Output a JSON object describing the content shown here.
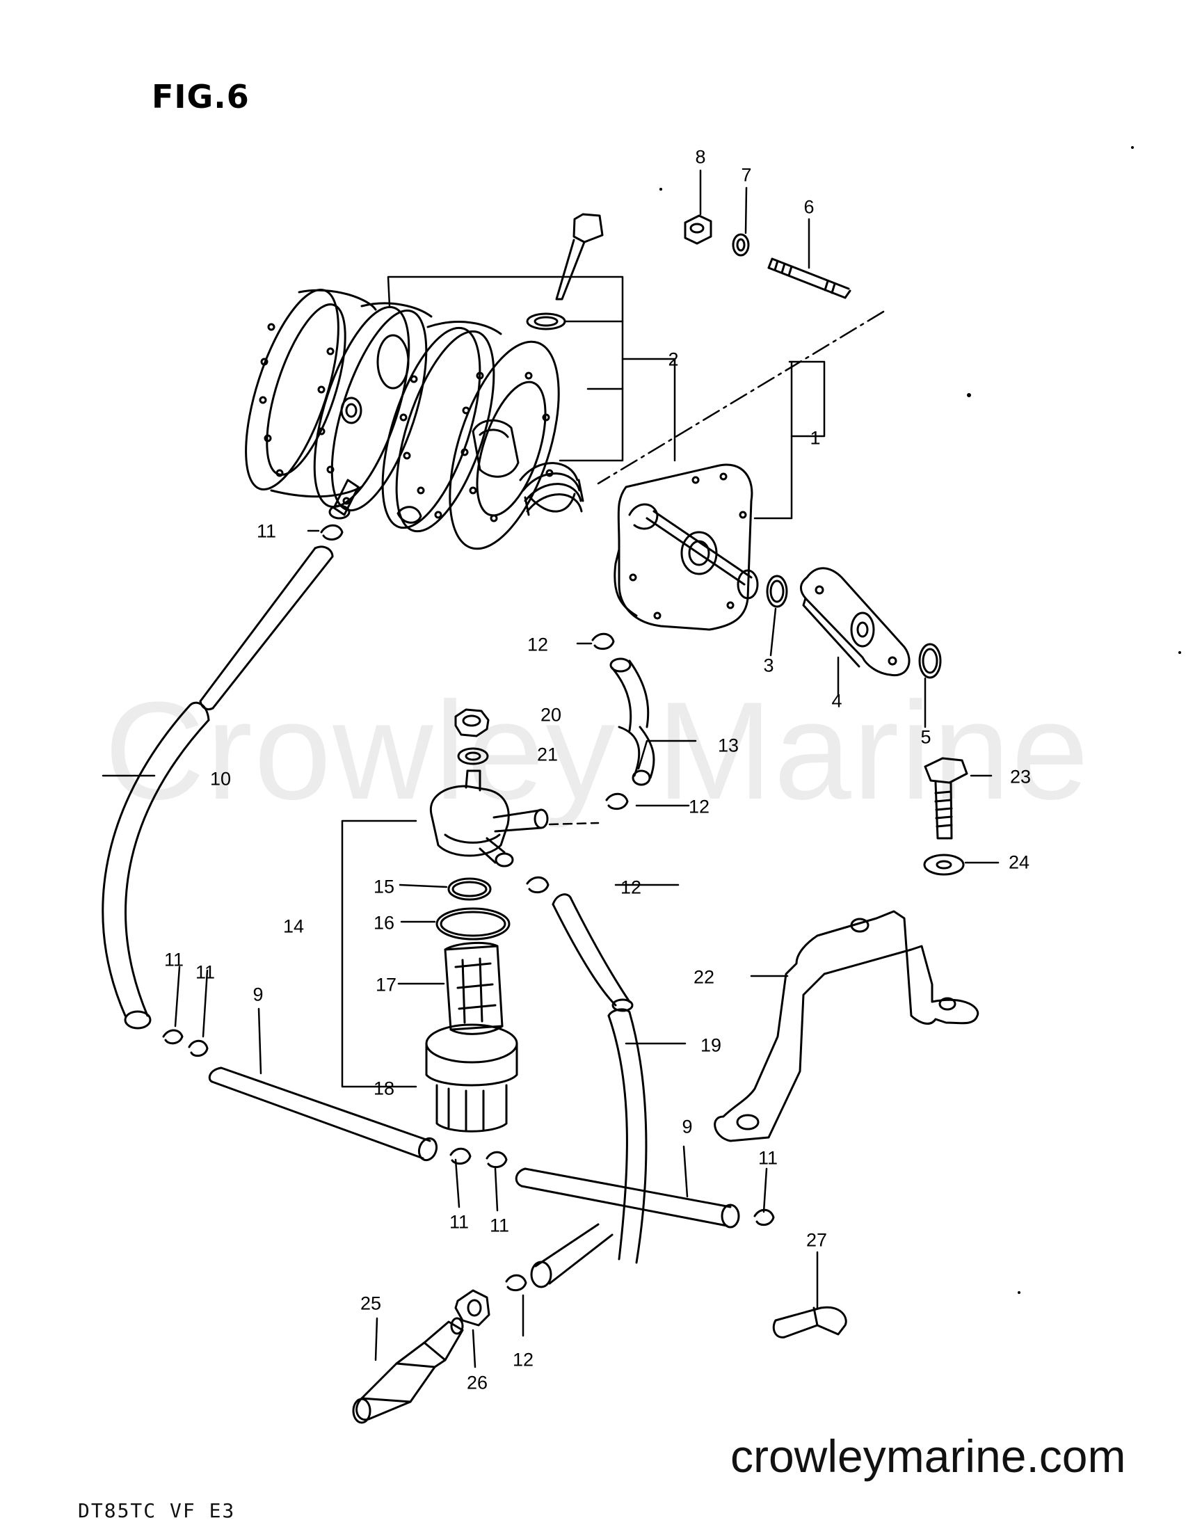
{
  "figure": {
    "title": "FIG.6"
  },
  "watermark": "Crowley Marine",
  "website": "crowleymarine.com",
  "model_code": "DT85TC VF E3",
  "callouts": [
    {
      "id": "part-1",
      "label": "1"
    },
    {
      "id": "part-2",
      "label": "2"
    },
    {
      "id": "part-3",
      "label": "3"
    },
    {
      "id": "part-4",
      "label": "4"
    },
    {
      "id": "part-5",
      "label": "5"
    },
    {
      "id": "part-6",
      "label": "6"
    },
    {
      "id": "part-7",
      "label": "7"
    },
    {
      "id": "part-8",
      "label": "8"
    },
    {
      "id": "part-9-a",
      "label": "9"
    },
    {
      "id": "part-9-b",
      "label": "9"
    },
    {
      "id": "part-10",
      "label": "10"
    },
    {
      "id": "part-11-a",
      "label": "11"
    },
    {
      "id": "part-11-b",
      "label": "11"
    },
    {
      "id": "part-11-c",
      "label": "11"
    },
    {
      "id": "part-11-d",
      "label": "11"
    },
    {
      "id": "part-11-e",
      "label": "11"
    },
    {
      "id": "part-11-f",
      "label": "11"
    },
    {
      "id": "part-12-a",
      "label": "12"
    },
    {
      "id": "part-12-b",
      "label": "12"
    },
    {
      "id": "part-12-c",
      "label": "12"
    },
    {
      "id": "part-12-d",
      "label": "12"
    },
    {
      "id": "part-13",
      "label": "13"
    },
    {
      "id": "part-14",
      "label": "14"
    },
    {
      "id": "part-15",
      "label": "15"
    },
    {
      "id": "part-16",
      "label": "16"
    },
    {
      "id": "part-17",
      "label": "17"
    },
    {
      "id": "part-18",
      "label": "18"
    },
    {
      "id": "part-19",
      "label": "19"
    },
    {
      "id": "part-20",
      "label": "20"
    },
    {
      "id": "part-21",
      "label": "21"
    },
    {
      "id": "part-22",
      "label": "22"
    },
    {
      "id": "part-23",
      "label": "23"
    },
    {
      "id": "part-24",
      "label": "24"
    },
    {
      "id": "part-25",
      "label": "25"
    },
    {
      "id": "part-26",
      "label": "26"
    },
    {
      "id": "part-27",
      "label": "27"
    }
  ]
}
